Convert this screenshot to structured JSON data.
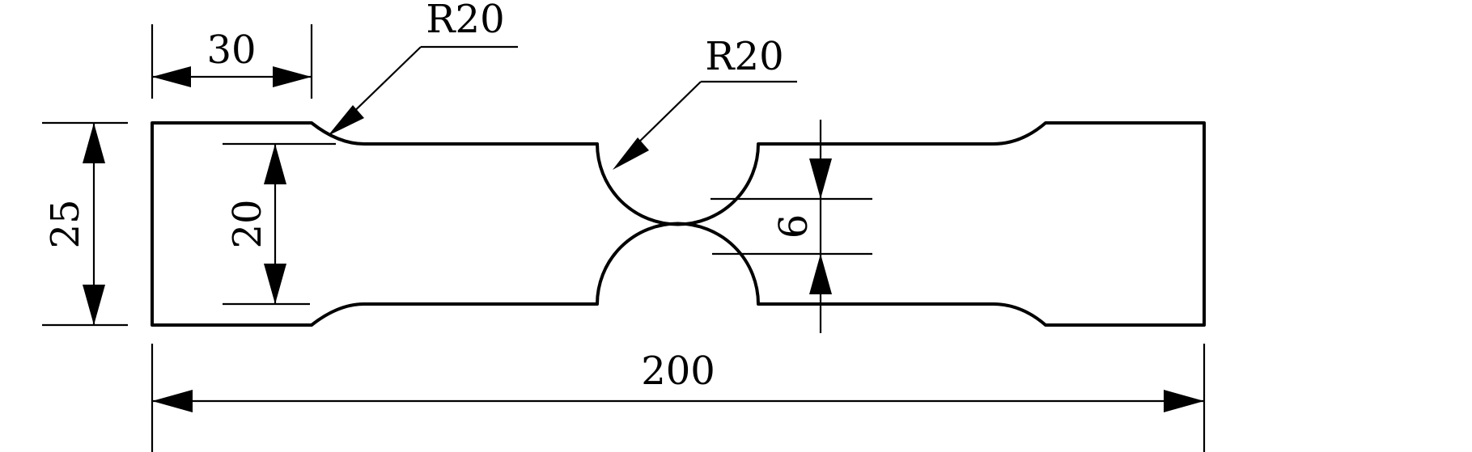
{
  "dimensions": {
    "overall_length": "200",
    "overall_width": "25",
    "inner_width": "20",
    "shoulder_length": "30",
    "notch_gap": "6",
    "fillet_radius": "R20",
    "notch_radius": "R20"
  },
  "colors": {
    "background": "#ffffff",
    "line": "#000000"
  }
}
